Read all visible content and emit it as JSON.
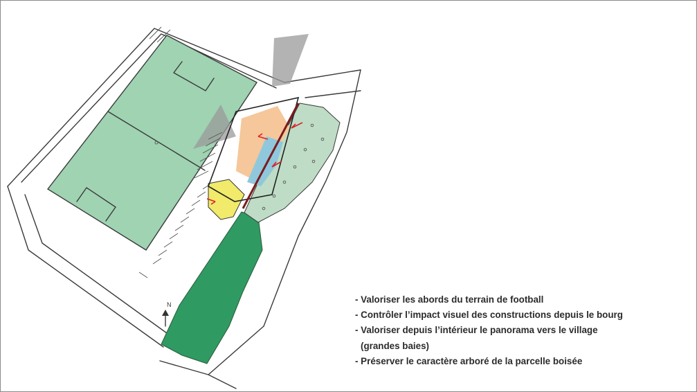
{
  "colors": {
    "pitch": "#9fd3b2",
    "woods": "#2f9a62",
    "meadow": "#bfdcc6",
    "building_orange": "#f5c79a",
    "building_yellow": "#f1ea6a",
    "building_blue": "#8fc8dc",
    "cone_gray": "#9a9a9a",
    "arrow_red": "#d8232a",
    "text": "#2b2b2b"
  },
  "north_label": "N",
  "notes": [
    "- Valoriser les abords du terrain de football",
    "- Contrôler l’impact visuel des constructions depuis le bourg",
    "- Valoriser depuis l’intérieur le panorama vers le village",
    "(grandes baies)",
    "- Préserver le caractère arboré de la parcelle boisée"
  ]
}
